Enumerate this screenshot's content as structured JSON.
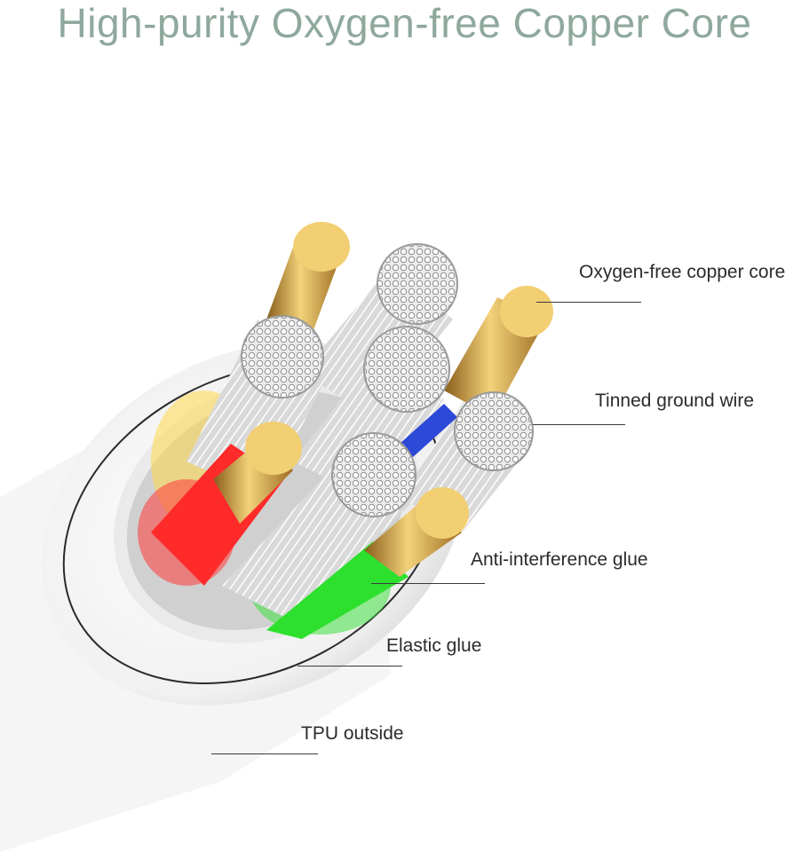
{
  "title": "High-purity Oxygen-free Copper Core",
  "callouts": {
    "copper_core": "Oxygen-free copper core",
    "ground_wire": "Tinned ground wire",
    "anti_interference": "Anti-interference glue",
    "elastic_glue": "Elastic glue",
    "tpu_outside": "TPU outside"
  },
  "colors": {
    "title": "#8fa89c",
    "copper": "#d9b24a",
    "red_insulation": "#ff2a2a",
    "green_insulation": "#2ee02e",
    "blue_insulation": "#2c49d8",
    "jacket": "#ffffff"
  }
}
